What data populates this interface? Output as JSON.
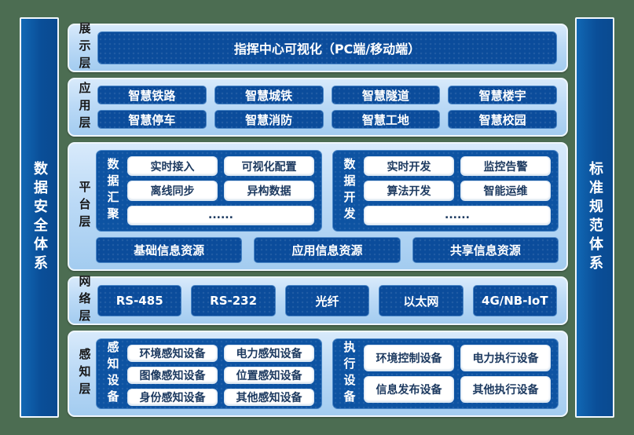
{
  "pillars": {
    "left": "数据安全体系",
    "right": "标准规范体系"
  },
  "layers": {
    "display": {
      "label": "展示层",
      "box": "指挥中心可视化（PC端/移动端）"
    },
    "application": {
      "label": "应用层",
      "boxes": [
        "智慧铁路",
        "智慧城铁",
        "智慧隧道",
        "智慧楼宇",
        "智慧停车",
        "智慧消防",
        "智慧工地",
        "智慧校园"
      ]
    },
    "platform": {
      "label": "平台层",
      "groups": [
        {
          "label": "数据汇聚",
          "items": [
            "实时接入",
            "可视化配置",
            "离线同步",
            "异构数据"
          ],
          "more": "......"
        },
        {
          "label": "数据开发",
          "items": [
            "实时开发",
            "监控告警",
            "算法开发",
            "智能运维"
          ],
          "more": "......"
        }
      ],
      "resources": [
        "基础信息资源",
        "应用信息资源",
        "共享信息资源"
      ]
    },
    "network": {
      "label": "网络层",
      "boxes": [
        "RS-485",
        "RS-232",
        "光纤",
        "以太网",
        "4G/NB-IoT"
      ]
    },
    "perception": {
      "label": "感知层",
      "groups": [
        {
          "label": "感知设备",
          "items": [
            "环境感知设备",
            "电力感知设备",
            "图像感知设备",
            "位置感知设备",
            "身份感知设备",
            "其他感知设备"
          ]
        },
        {
          "label": "执行设备",
          "items": [
            "环境控制设备",
            "电力执行设备",
            "信息发布设备",
            "其他执行设备"
          ]
        }
      ]
    }
  },
  "colors": {
    "background_green": "#4c6d52",
    "panel_light_blue": "#bcdaf6",
    "box_dark_blue": "#0b4c9b",
    "group_blue": "#0d53a2",
    "pillar_blue": "#0d5aa6",
    "white_box_text": "#1d3a60"
  }
}
